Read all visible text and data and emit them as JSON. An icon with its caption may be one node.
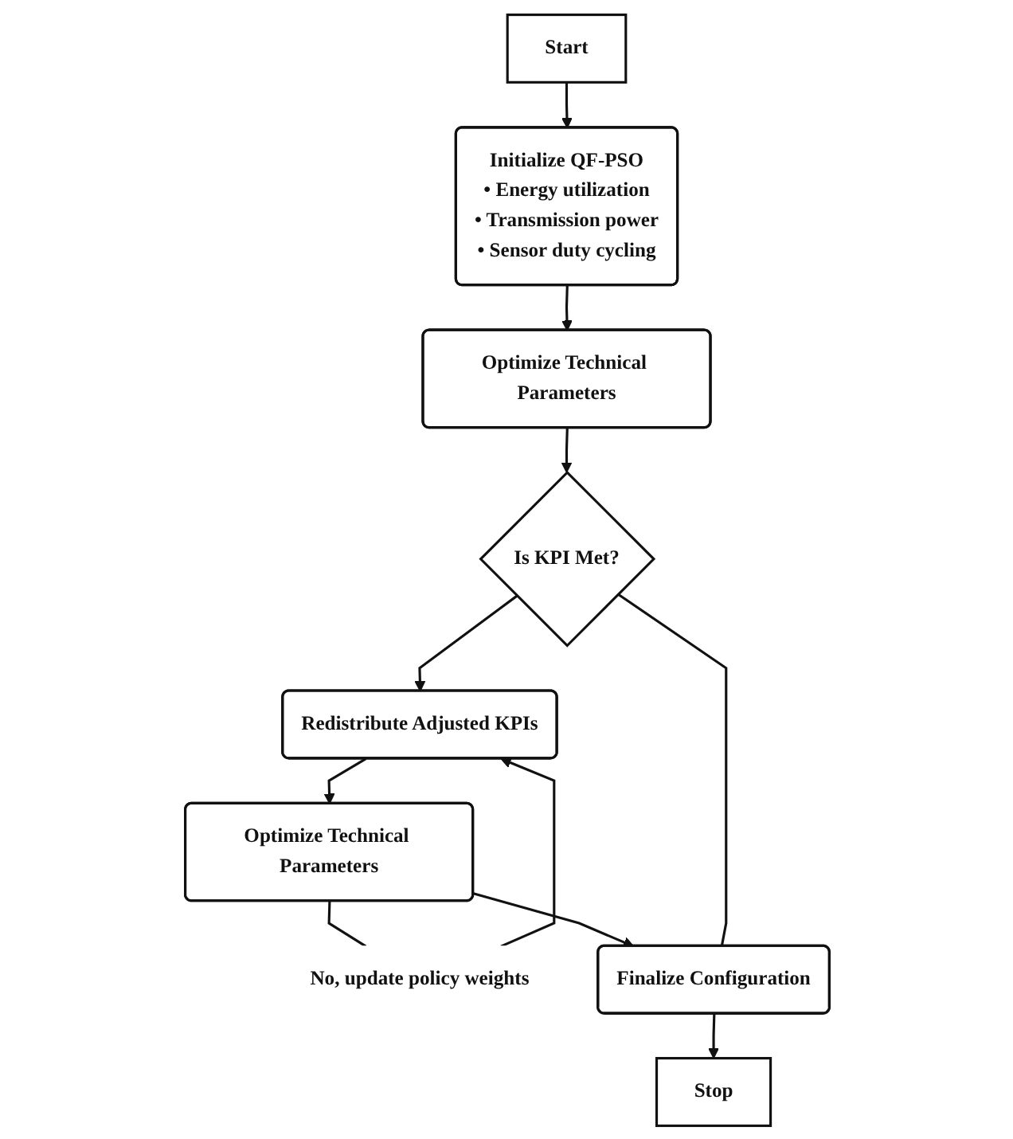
{
  "diagram": {
    "nodes": [
      {
        "text": [
          "Start"
        ]
      },
      {
        "text": [
          "Initialize QF-PSO",
          "• Energy utilization",
          "• Transmission power",
          "• Sensor duty cycling"
        ]
      },
      {
        "text": [
          "Optimize Technical Parameters"
        ]
      },
      {
        "text": [
          "Is KPI Met?"
        ]
      },
      {
        "text": [
          "Redistribute Adjusted KPIs"
        ]
      },
      {
        "text": [
          "No, update policy weights"
        ]
      },
      {
        "text": [
          "Optimize Technical Parameters"
        ]
      },
      {
        "text": [
          "Finalize Configuration"
        ]
      },
      {
        "text": [
          "Stop"
        ]
      }
    ],
    "edges": [
      {
        "from": 0,
        "to": 1,
        "arrow": "to"
      },
      {
        "from": 1,
        "to": 2,
        "arrow": "to"
      },
      {
        "from": 2,
        "to": 3,
        "arrow": "to"
      },
      {
        "from": 3,
        "to": 4,
        "arrow": "to"
      },
      {
        "from": 5,
        "to": 4,
        "arrow": "to"
      },
      {
        "from": 4,
        "to": 6,
        "arrow": "to"
      },
      {
        "from": 6,
        "to": 5,
        "arrow": "none"
      },
      {
        "from": 6,
        "to": 7,
        "arrow": "to"
      },
      {
        "from": 7,
        "to": 3,
        "arrow": "none"
      },
      {
        "from": 7,
        "to": 8,
        "arrow": "to"
      }
    ]
  }
}
